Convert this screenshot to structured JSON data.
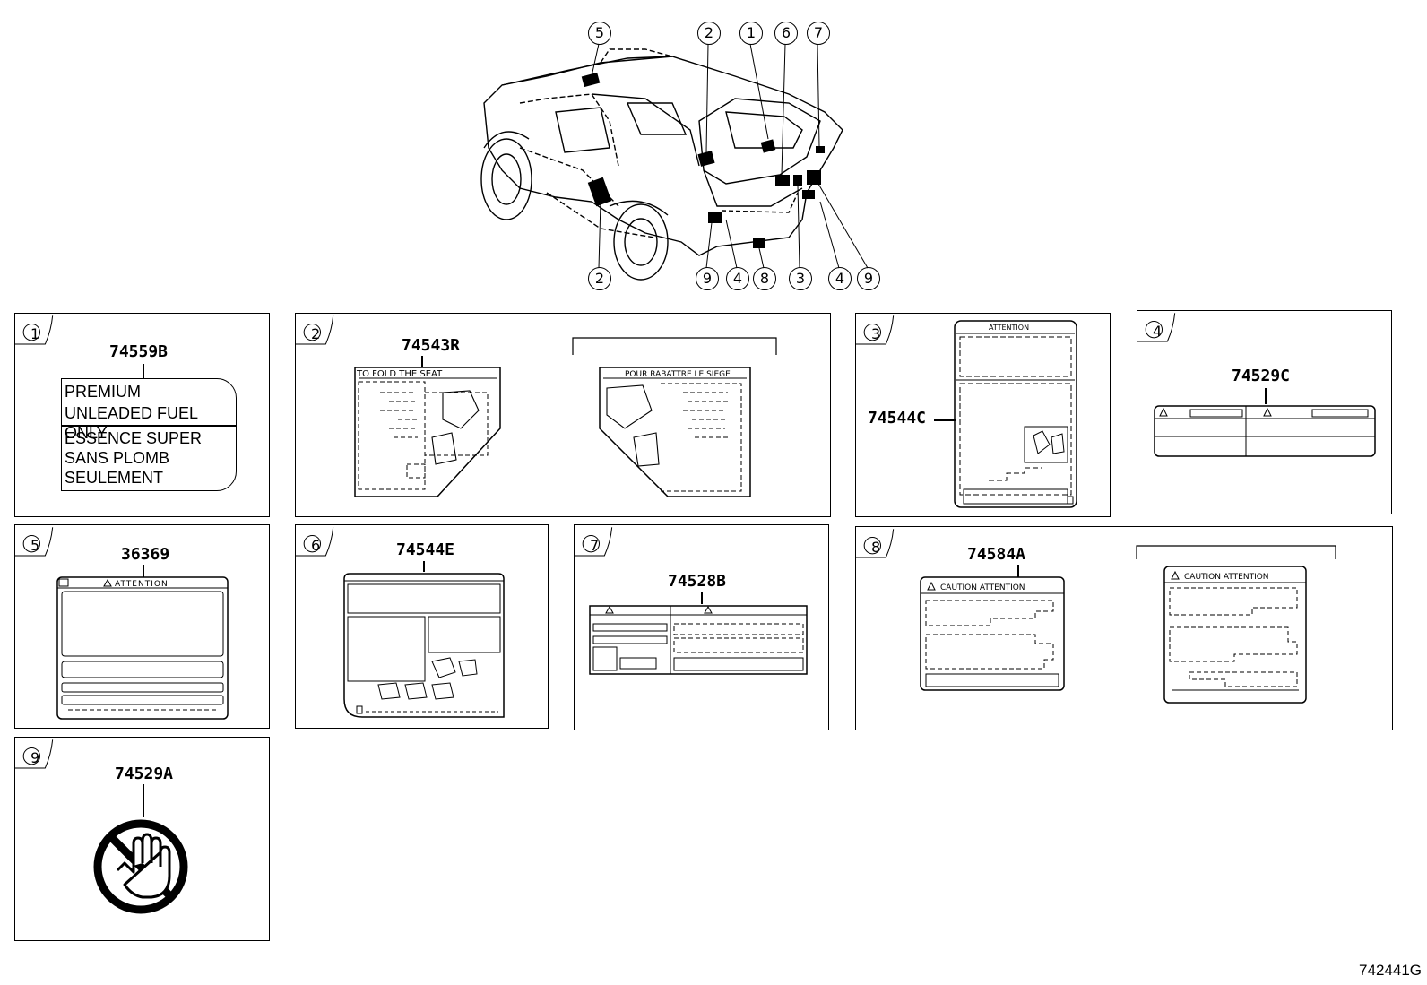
{
  "diagram_code": "742441G",
  "car": {
    "callouts_top": [
      "5",
      "2",
      "1",
      "6",
      "7"
    ],
    "callouts_bottom": [
      "2",
      "9",
      "4",
      "8",
      "3",
      "4",
      "9"
    ]
  },
  "panels": [
    {
      "num": "1",
      "part": "74559B",
      "lines_top": [
        "PREMIUM",
        "UNLEADED FUEL ONLY"
      ],
      "lines_bottom": [
        "ESSENCE SUPER",
        "SANS PLOMB",
        "SEULEMENT"
      ]
    },
    {
      "num": "2",
      "part": "74543R",
      "left_label_title": "TO FOLD THE SEAT",
      "right_label_title": "POUR RABATTRE LE SIEGE"
    },
    {
      "num": "3",
      "part": "74544C",
      "label_title": "ATTENTION"
    },
    {
      "num": "4",
      "part": "74529C"
    },
    {
      "num": "5",
      "part": "36369",
      "label_title": "ATTENTION"
    },
    {
      "num": "6",
      "part": "74544E"
    },
    {
      "num": "7",
      "part": "74528B"
    },
    {
      "num": "8",
      "part": "74584A",
      "left_label_title": "CAUTION ATTENTION",
      "right_label_title": "CAUTION ATTENTION"
    },
    {
      "num": "9",
      "part": "74529A",
      "icon": "no-hand-icon"
    }
  ]
}
